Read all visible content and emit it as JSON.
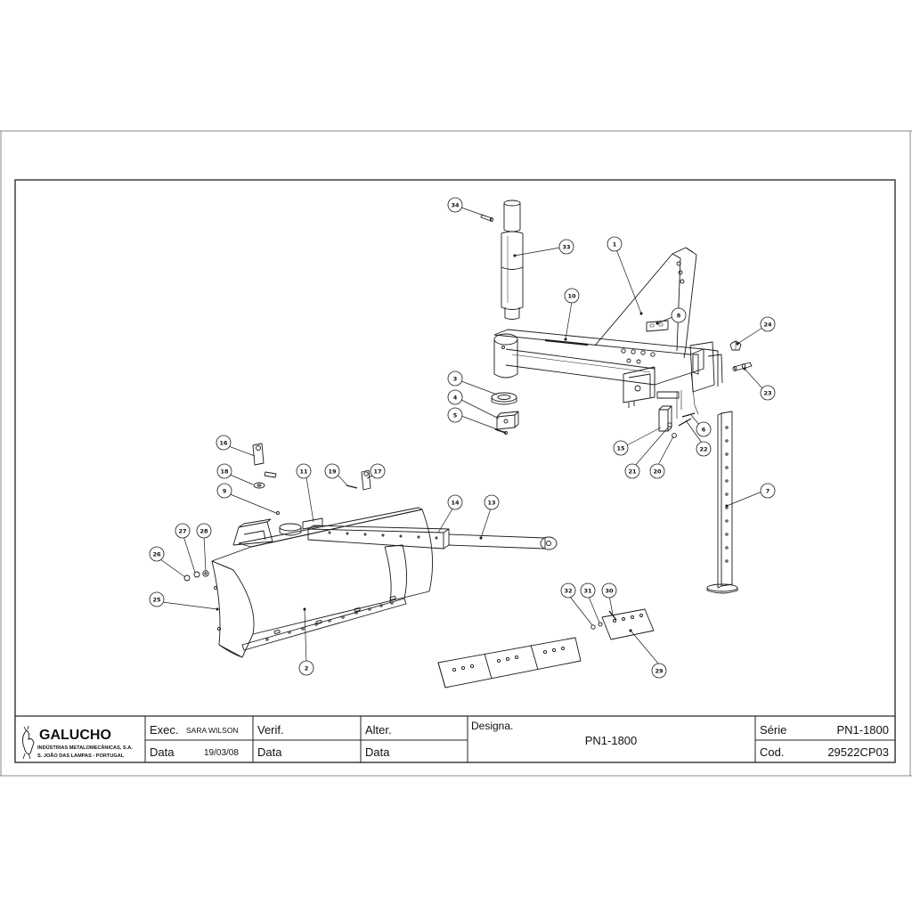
{
  "title_block": {
    "company": {
      "name": "GALUCHO",
      "line1": "INDÚSTRIAS METALOMECÂNICAS, S.A.",
      "line2": "S. JOÃO DAS LAMPAS - PORTUGAL"
    },
    "exec_label": "Exec.",
    "exec_value": "SARA WILSON",
    "data_label": "Data",
    "exec_date": "19/03/08",
    "verif_label": "Verif.",
    "verif_data_label": "Data",
    "alter_label": "Alter.",
    "alter_data_label": "Data",
    "designa_label": "Designa.",
    "designa_value": "PN1-1800",
    "serie_label": "Série",
    "serie_value": "PN1-1800",
    "cod_label": "Cod.",
    "cod_value": "29522CP03"
  },
  "callouts": [
    "1",
    "2",
    "3",
    "4",
    "5",
    "6",
    "7",
    "8",
    "9",
    "10",
    "11",
    "13",
    "14",
    "15",
    "16",
    "17",
    "18",
    "19",
    "20",
    "21",
    "22",
    "23",
    "24",
    "25",
    "26",
    "27",
    "28",
    "29",
    "30",
    "31",
    "32",
    "33",
    "34"
  ],
  "colors": {
    "line": "#1a1a1a",
    "paper": "#ffffff",
    "frame": "#555555"
  }
}
